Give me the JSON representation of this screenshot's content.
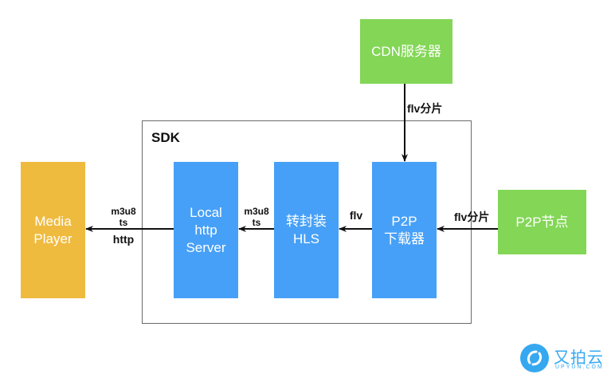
{
  "diagram": {
    "sdk_label": "SDK",
    "nodes": {
      "media_player": "Media\nPlayer",
      "local_http_server": "Local\nhttp\nServer",
      "remux_hls": "转封装\nHLS",
      "p2p_downloader": "P2P\n下载器",
      "cdn_server": "CDN服务器",
      "p2p_peer": "P2P节点"
    },
    "edges": {
      "server_to_player_top": "m3u8\nts",
      "server_to_player_bottom": "http",
      "hls_to_server": "m3u8\nts",
      "downloader_to_hls": "flv",
      "cdn_to_downloader": "flv分片",
      "peer_to_downloader": "flv分片"
    },
    "colors": {
      "player": "#efbb3f",
      "sdk_modules": "#47a0f7",
      "external_sources": "#83d656"
    }
  },
  "logo": {
    "name": "又拍云",
    "domain": "UPYUN.COM"
  }
}
